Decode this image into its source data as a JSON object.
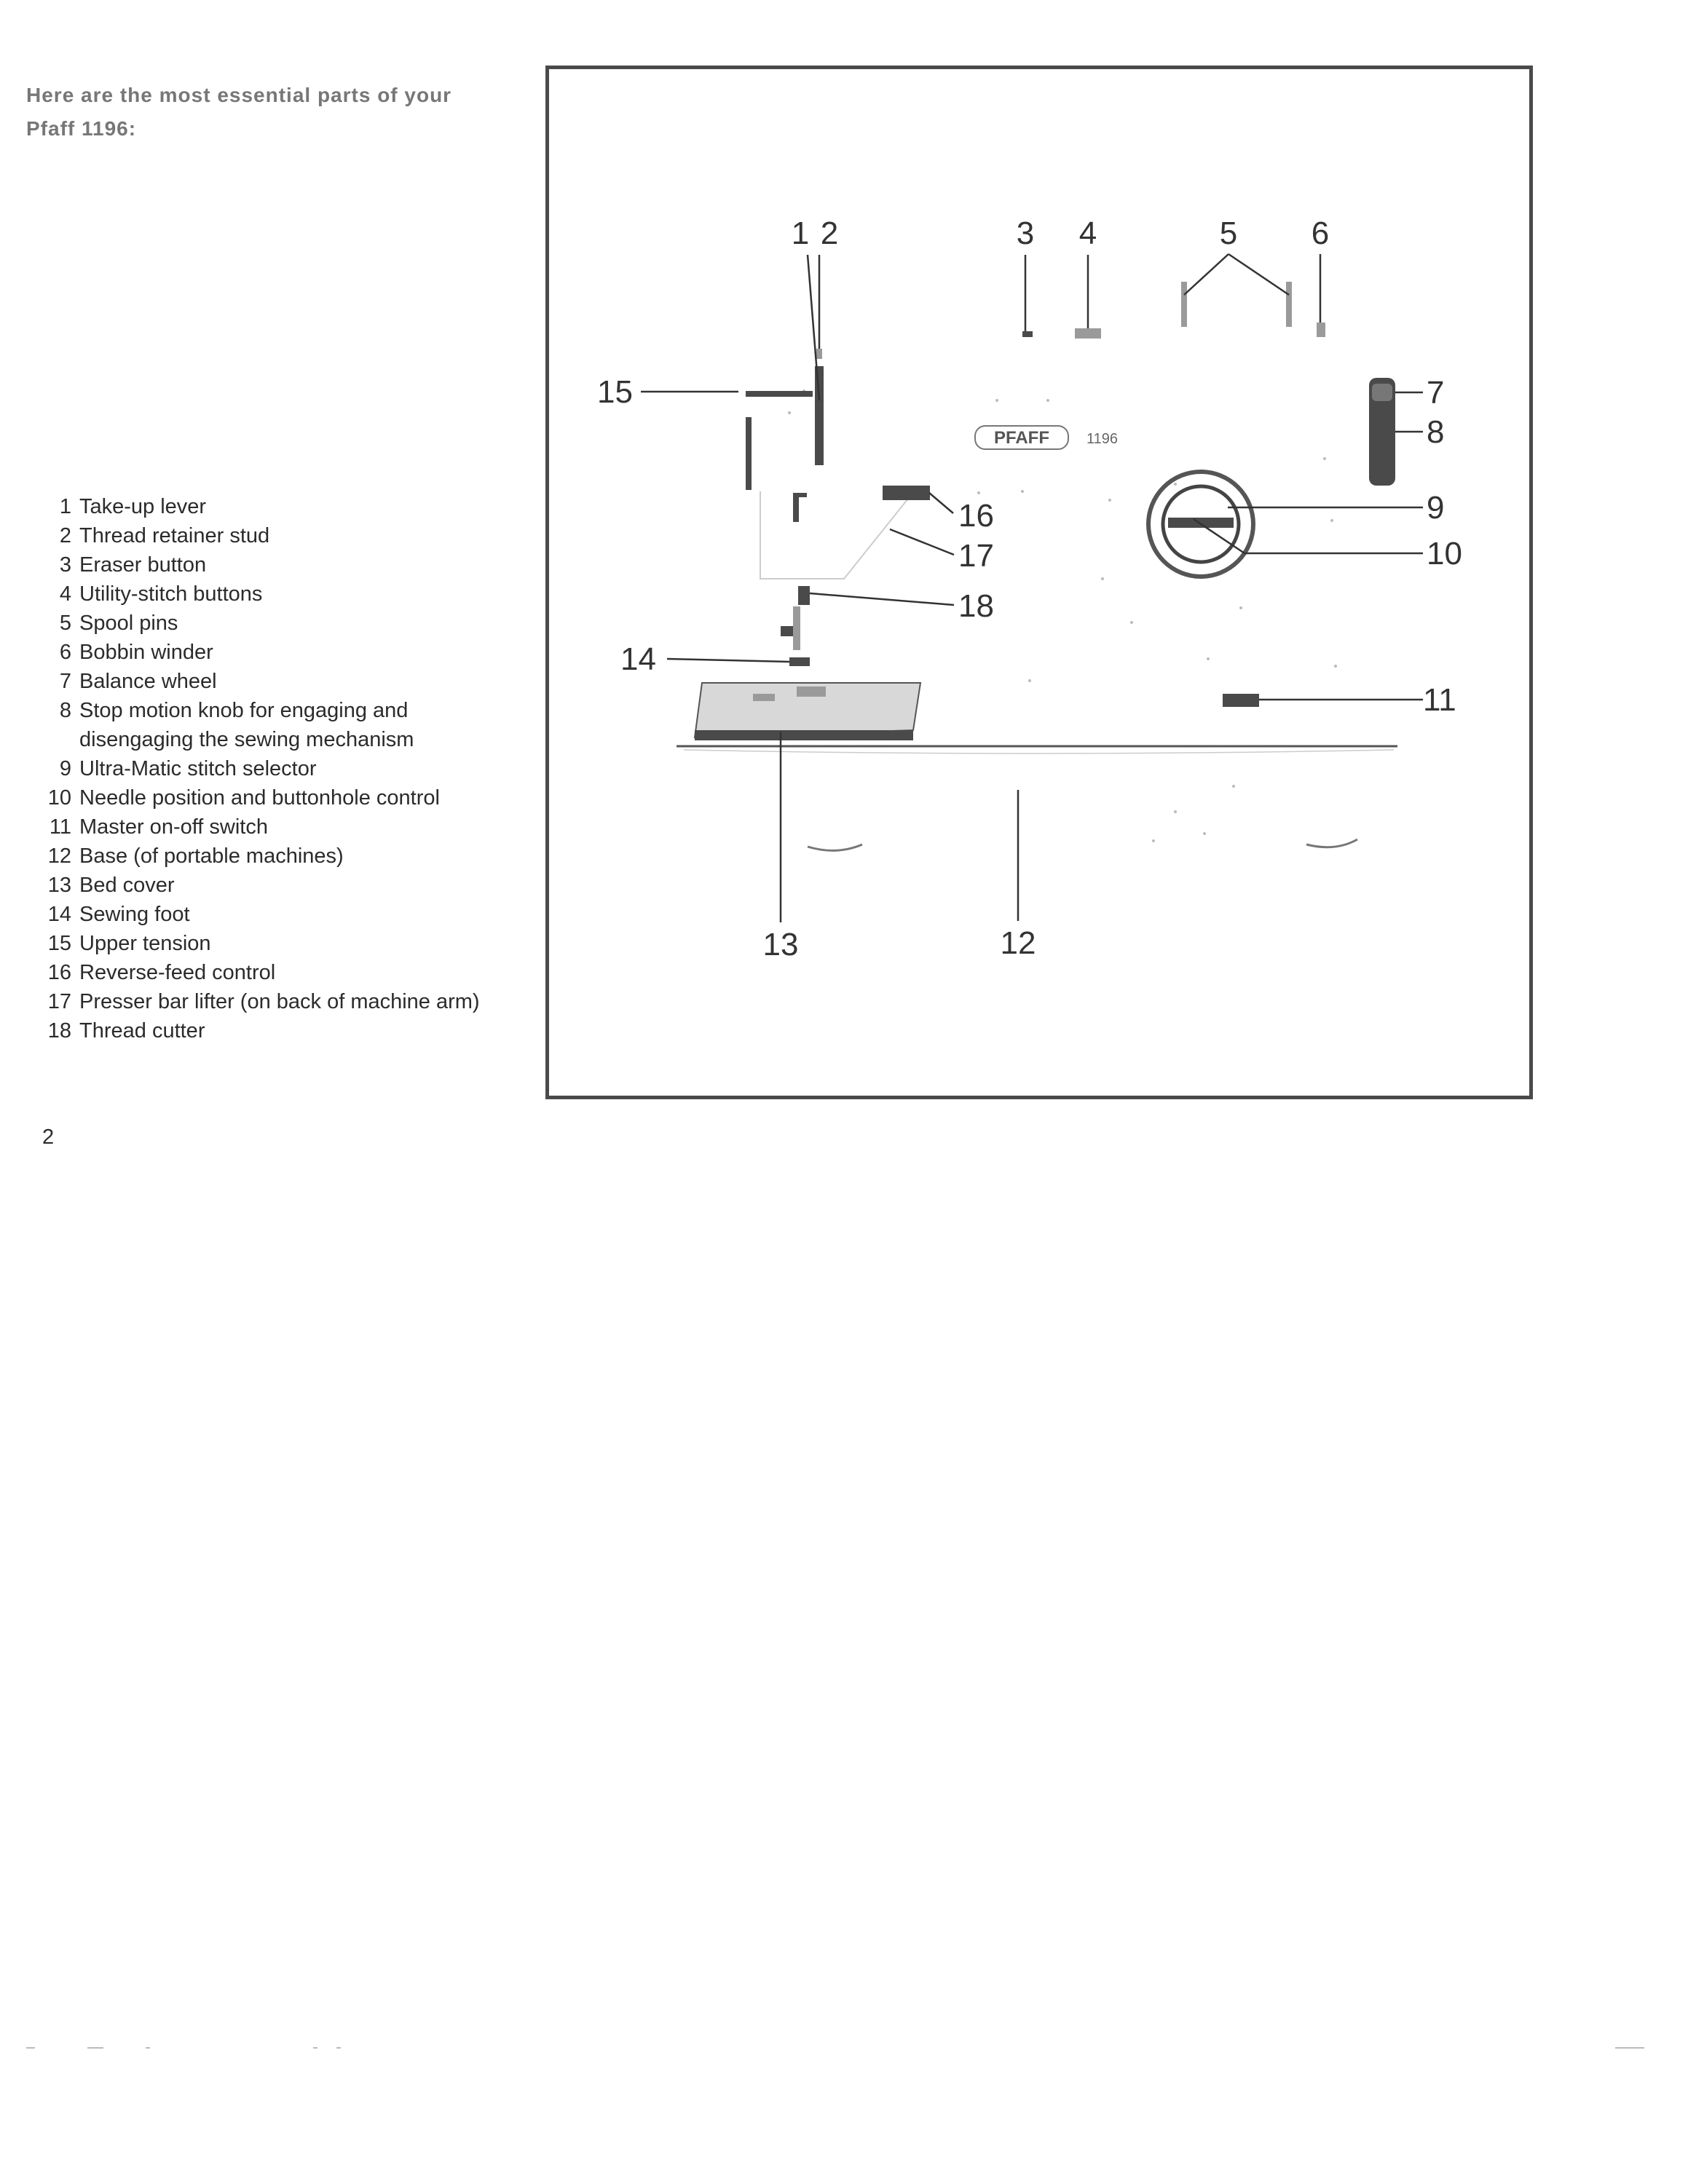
{
  "intro": {
    "line1": "Here are the most essential parts of your",
    "line2": "Pfaff 1196:"
  },
  "parts": [
    {
      "num": "1",
      "label": "Take-up lever"
    },
    {
      "num": "2",
      "label": "Thread retainer stud"
    },
    {
      "num": "3",
      "label": "Eraser button"
    },
    {
      "num": "4",
      "label": "Utility-stitch buttons"
    },
    {
      "num": "5",
      "label": "Spool pins"
    },
    {
      "num": "6",
      "label": "Bobbin winder"
    },
    {
      "num": "7",
      "label": "Balance wheel"
    },
    {
      "num": "8",
      "label": "Stop motion knob for engaging and disengaging the sewing mechanism"
    },
    {
      "num": "9",
      "label": "Ultra-Matic stitch selector"
    },
    {
      "num": "10",
      "label": "Needle position and buttonhole control"
    },
    {
      "num": "11",
      "label": "Master on-off switch"
    },
    {
      "num": "12",
      "label": "Base (of portable machines)"
    },
    {
      "num": "13",
      "label": "Bed cover"
    },
    {
      "num": "14",
      "label": "Sewing foot"
    },
    {
      "num": "15",
      "label": "Upper tension"
    },
    {
      "num": "16",
      "label": "Reverse-feed control"
    },
    {
      "num": "17",
      "label": "Presser bar lifter (on back of machine arm)"
    },
    {
      "num": "18",
      "label": "Thread cutter"
    }
  ],
  "figure": {
    "brand": "PFAFF",
    "model": "1196",
    "callouts": [
      "1",
      "2",
      "3",
      "4",
      "5",
      "6",
      "7",
      "8",
      "9",
      "10",
      "11",
      "12",
      "13",
      "14",
      "15",
      "16",
      "17",
      "18"
    ]
  },
  "page_number": "2"
}
